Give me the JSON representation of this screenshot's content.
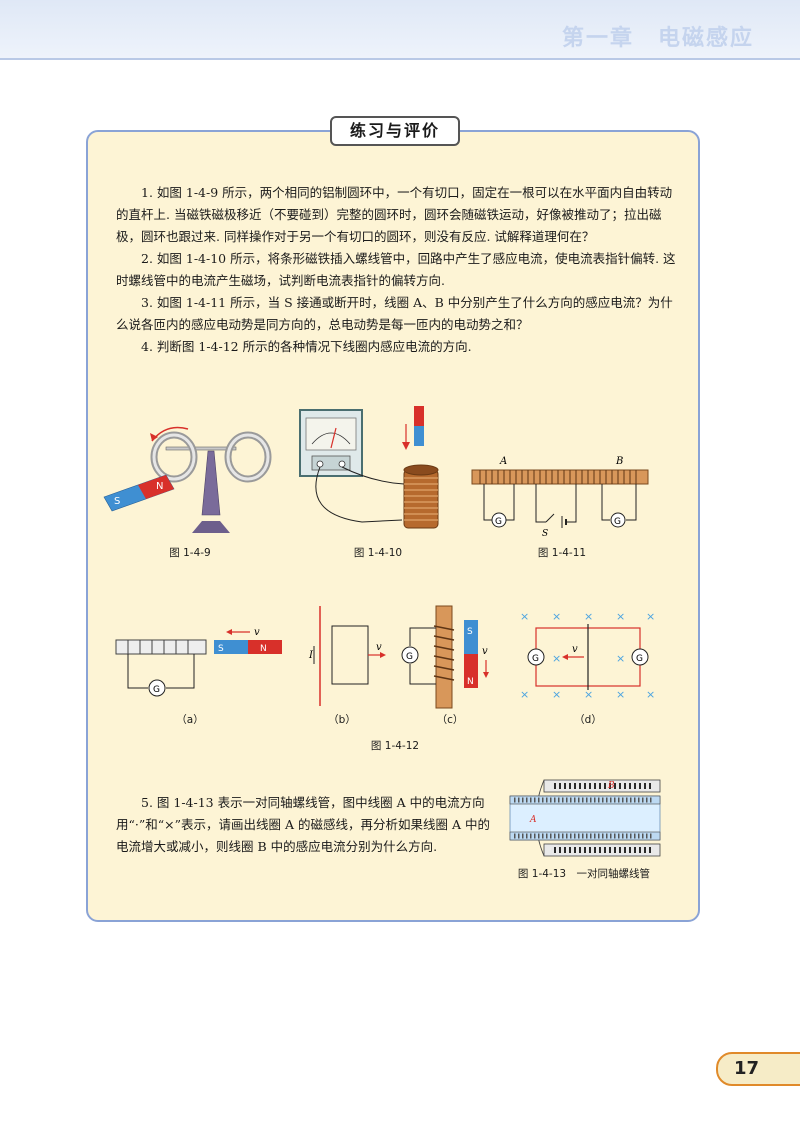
{
  "header": {
    "chapter_title": "第一章　电磁感应"
  },
  "panel": {
    "title": "练习与评价"
  },
  "exercises": {
    "q1": "1. 如图 1-4-9 所示，两个相同的铝制圆环中，一个有切口，固定在一根可以在水平面内自由转动的直杆上. 当磁铁磁极移近（不要碰到）完整的圆环时，圆环会随磁铁运动，好像被推动了；拉出磁极，圆环也跟过来. 同样操作对于另一个有切口的圆环，则没有反应. 试解释道理何在？",
    "q2": "2. 如图 1-4-10 所示，将条形磁铁插入螺线管中，回路中产生了感应电流，使电流表指针偏转. 这时螺线管中的电流产生磁场，试判断电流表指针的偏转方向.",
    "q3": "3. 如图 1-4-11 所示，当 S 接通或断开时，线圈 A、B 中分别产生了什么方向的感应电流？为什么说各匝内的感应电动势是同方向的，总电动势是每一匝内的电动势之和？",
    "q4": "4. 判断图 1-4-12 所示的各种情况下线圈内感应电流的方向.",
    "q5": "5. 图 1-4-13 表示一对同轴螺线管，图中线圈 A 中的电流方向用“·”和“×”表示，请画出线圈 A 的磁感线，再分析如果线圈 A 中的电流增大或减小，则线圈 B 中的感应电流分别为什么方向."
  },
  "figures": {
    "f9": {
      "caption": "图 1-4-9",
      "magnet_n": "N",
      "magnet_s": "S"
    },
    "f10": {
      "caption": "图 1-4-10"
    },
    "f11": {
      "caption": "图 1-4-11",
      "label_a": "A",
      "label_b": "B",
      "label_s": "S",
      "galv": "G"
    },
    "f12": {
      "caption": "图 1-4-12",
      "sub_a": "（a）",
      "sub_b": "（b）",
      "sub_c": "（c）",
      "sub_d": "（d）",
      "v": "v",
      "i": "I",
      "n": "N",
      "s": "S",
      "galv": "G",
      "cross": "×"
    },
    "f13": {
      "caption": "图 1-4-13　一对同轴螺线管",
      "label_a": "A",
      "label_b": "B"
    }
  },
  "page": {
    "number": "17"
  },
  "colors": {
    "panel_bg": "#fdf4d5",
    "panel_border": "#8aa3d6",
    "magnet_red": "#d8302a",
    "magnet_blue": "#3f8fd2",
    "cross_blue": "#4aa3e0",
    "wire_red": "#d8302a"
  }
}
